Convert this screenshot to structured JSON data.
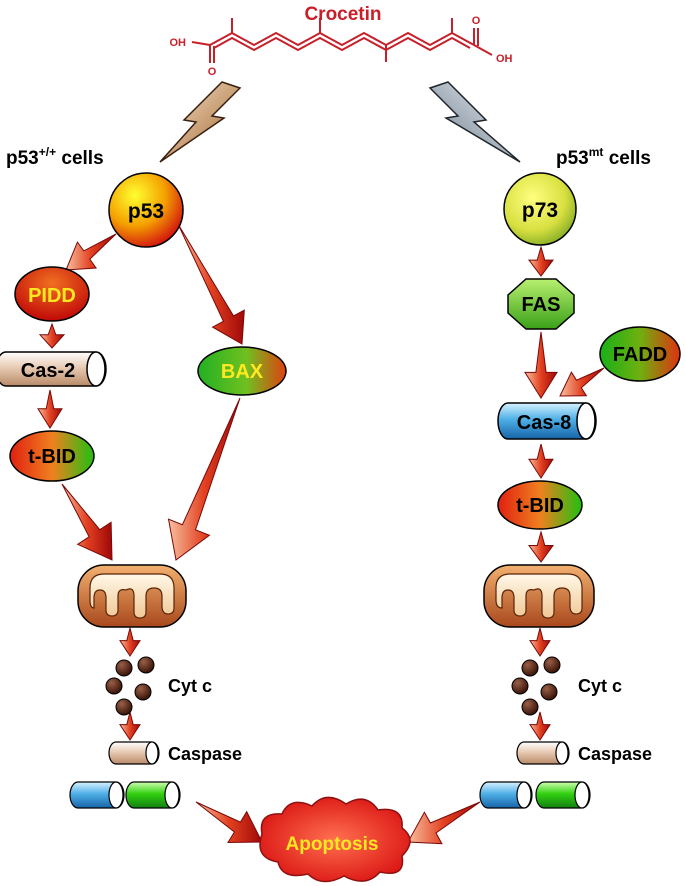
{
  "title": "Crocetin",
  "molecule": {
    "left_group": "OH",
    "right_group": "OH",
    "oxygen": "O"
  },
  "left_pathway": {
    "header_base": "p53",
    "header_sup": "+/+",
    "header_suffix": " cells",
    "p53": "p53",
    "pidd": "PIDD",
    "cas2": "Cas-2",
    "tbid": "t-BID",
    "bax": "BAX",
    "cytc": "Cyt c",
    "caspase": "Caspase"
  },
  "right_pathway": {
    "header_base": "p53",
    "header_sup": "mt",
    "header_suffix": " cells",
    "p73": "p73",
    "fas": "FAS",
    "fadd": "FADD",
    "cas8": "Cas-8",
    "tbid": "t-BID",
    "cytc": "Cyt c",
    "caspase": "Caspase"
  },
  "outcome": "Apoptosis",
  "colors": {
    "title": "#c8202a",
    "molecule": "#c8202a",
    "arrow_dark": "#b01010",
    "arrow_light": "#f7b898"
  }
}
